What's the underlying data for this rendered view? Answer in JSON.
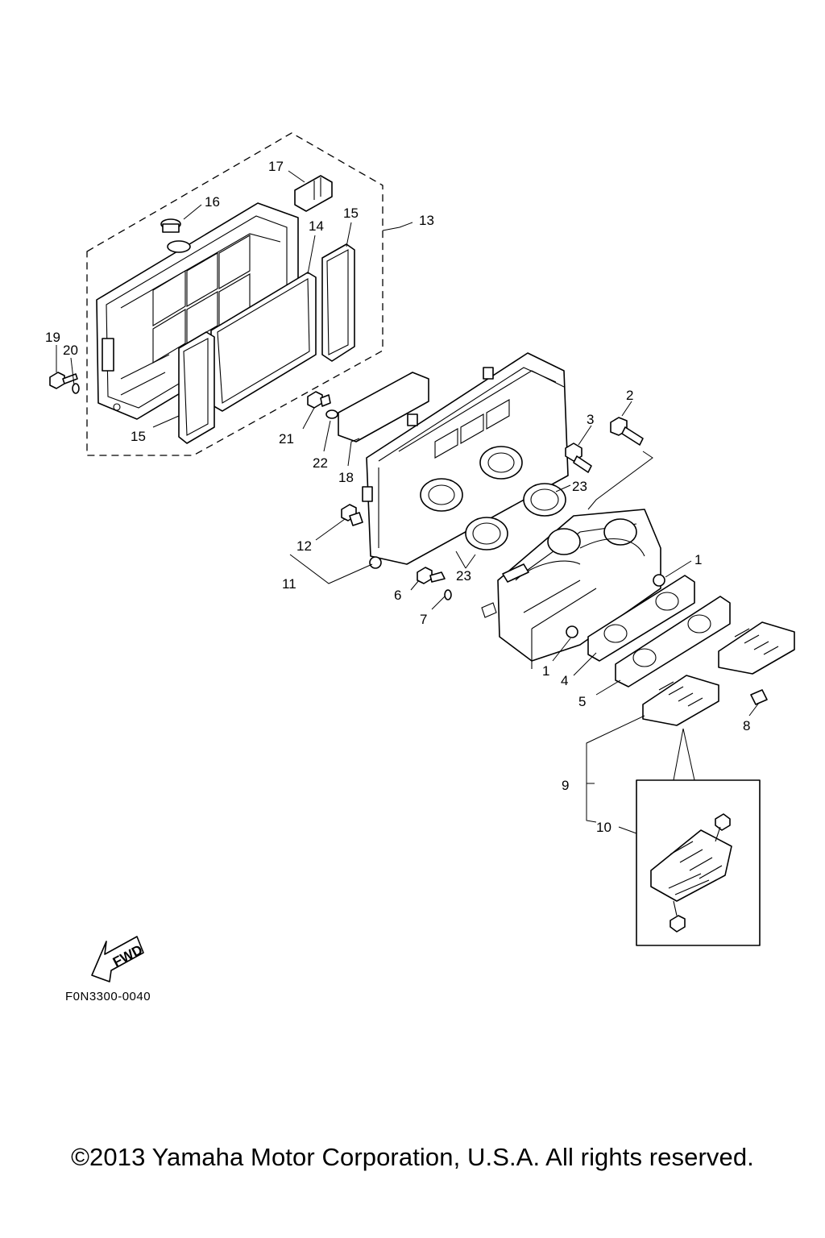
{
  "callouts": [
    "1",
    "2",
    "3",
    "4",
    "5",
    "6",
    "7",
    "8",
    "9",
    "10",
    "11",
    "12",
    "13",
    "14",
    "15",
    "16",
    "17",
    "18",
    "19",
    "20",
    "21",
    "22",
    "23"
  ],
  "fwd_marker": "FWD",
  "drawing_code": "F0N3300-0040",
  "copyright": "©2013 Yamaha Motor Corporation, U.S.A. All rights reserved."
}
